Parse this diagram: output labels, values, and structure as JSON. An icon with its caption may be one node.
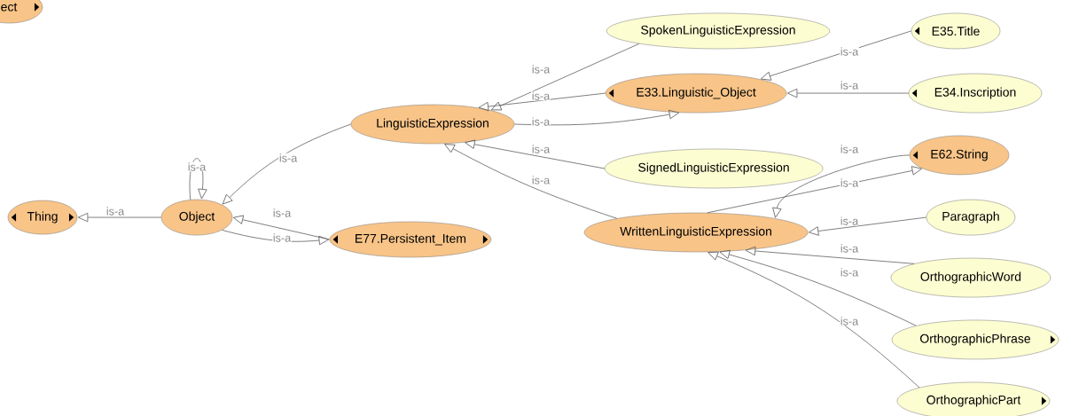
{
  "diagram": {
    "nodes": [
      {
        "text": [
          "ect"
        ]
      },
      {
        "text": [
          "Thing"
        ]
      },
      {
        "text": [
          "Object"
        ]
      },
      {
        "text": [
          "LinguisticExpression"
        ]
      },
      {
        "text": [
          "E77.Persistent_Item"
        ]
      },
      {
        "text": [
          "SpokenLinguisticExpression"
        ]
      },
      {
        "text": [
          "E33.Linguistic_Object"
        ]
      },
      {
        "text": [
          "SignedLinguisticExpression"
        ]
      },
      {
        "text": [
          "WrittenLinguisticExpression"
        ]
      },
      {
        "text": [
          "E35.Title"
        ]
      },
      {
        "text": [
          "E34.Inscription"
        ]
      },
      {
        "text": [
          "E62.String"
        ]
      },
      {
        "text": [
          "Paragraph"
        ]
      },
      {
        "text": [
          "OrthographicWord"
        ]
      },
      {
        "text": [
          "OrthographicPhrase"
        ]
      },
      {
        "text": [
          "OrthographicPart"
        ]
      }
    ],
    "edges": [
      {
        "from": 2,
        "to": 1,
        "arrow": "to",
        "label": "is-a"
      },
      {
        "from": 2,
        "to": 2,
        "arrow": "to",
        "label": "is-a"
      },
      {
        "from": 3,
        "to": 2,
        "arrow": "to",
        "label": "is-a"
      },
      {
        "from": 4,
        "to": 2,
        "arrow": "to",
        "label": "is-a"
      },
      {
        "from": 2,
        "to": 4,
        "arrow": "to",
        "label": "is-a"
      },
      {
        "from": 5,
        "to": 3,
        "arrow": "to",
        "label": "is-a"
      },
      {
        "from": 6,
        "to": 3,
        "arrow": "to",
        "label": "is-a"
      },
      {
        "from": 3,
        "to": 6,
        "arrow": "to",
        "label": "is-a"
      },
      {
        "from": 7,
        "to": 3,
        "arrow": "to",
        "label": "is-a"
      },
      {
        "from": 8,
        "to": 3,
        "arrow": "to",
        "label": "is-a"
      },
      {
        "from": 9,
        "to": 6,
        "arrow": "to",
        "label": "is-a"
      },
      {
        "from": 10,
        "to": 6,
        "arrow": "to",
        "label": "is-a"
      },
      {
        "from": 11,
        "to": 8,
        "arrow": "to",
        "label": "is-a"
      },
      {
        "from": 8,
        "to": 11,
        "arrow": "to",
        "label": "is-a"
      },
      {
        "from": 12,
        "to": 8,
        "arrow": "to",
        "label": "is-a"
      },
      {
        "from": 13,
        "to": 8,
        "arrow": "to",
        "label": "is-a"
      },
      {
        "from": 14,
        "to": 8,
        "arrow": "to",
        "label": "is-a"
      },
      {
        "from": 15,
        "to": 8,
        "arrow": "to",
        "label": "is-a"
      }
    ]
  }
}
